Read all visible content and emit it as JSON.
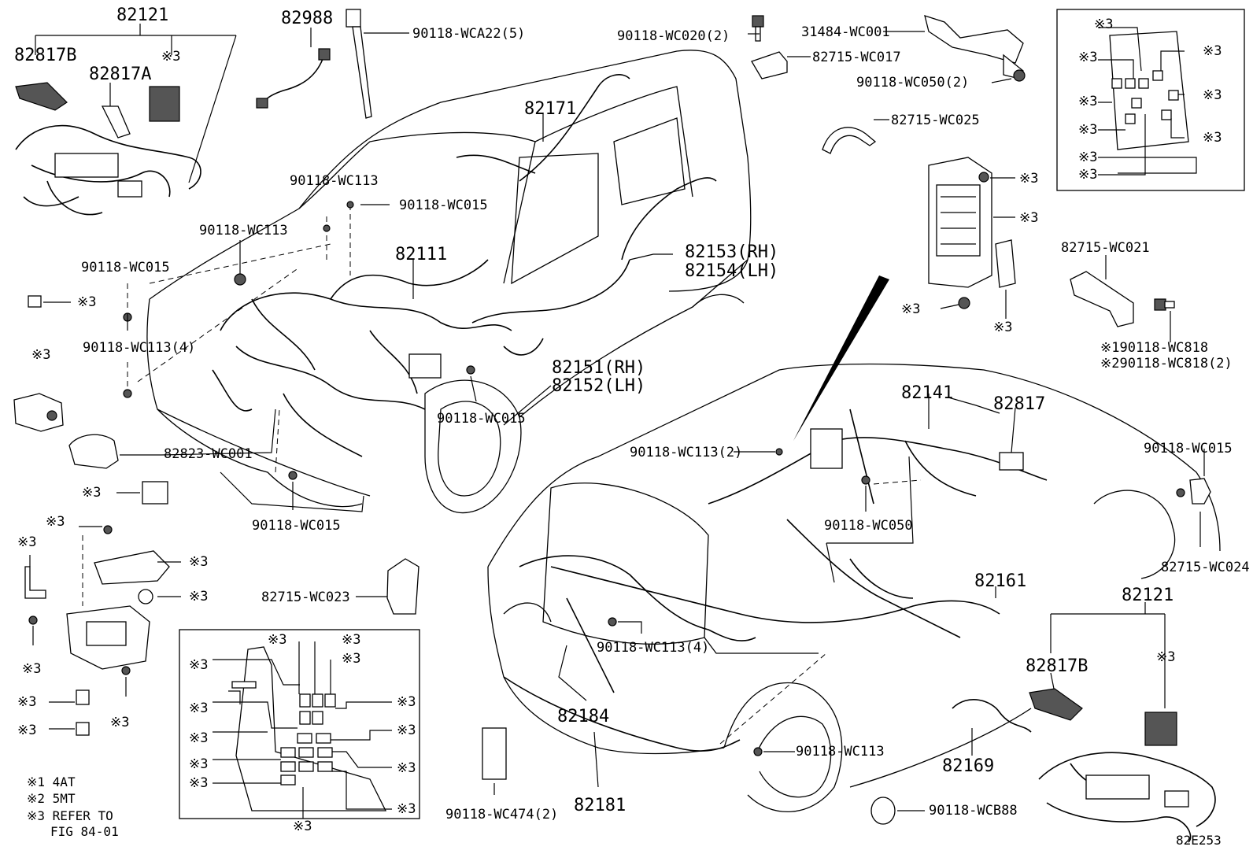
{
  "diagram_code": "82E253",
  "legend": {
    "note1": "※1 4AT",
    "note2": "※2 5MT",
    "note3_line1": "※3 REFER TO",
    "note3_line2": "FIG 84-01"
  },
  "labels": {
    "p82121_top": "82121",
    "p82817B_top": "82817B",
    "p82817A": "82817A",
    "ref3_top_assy": "※3",
    "p82988": "82988",
    "p90118_WCA22": "90118-WCA22(5)",
    "p90118_WC020": "90118-WC020(2)",
    "p31484_WC001": "31484-WC001",
    "p82715_WC017": "82715-WC017",
    "p90118_WC050_2": "90118-WC050(2)",
    "p82715_WC025": "82715-WC025",
    "p82171": "82171",
    "p90118_WC113_a": "90118-WC113",
    "p90118_WC015_a": "90118-WC015",
    "p90118_WC113_b": "90118-WC113",
    "p90118_WC015_b": "90118-WC015",
    "p82111": "82111",
    "p82153": "82153(RH)",
    "p82154": "82154(LH)",
    "p90118_WC113_4a": "90118-WC113(4)",
    "p82151": "82151(RH)",
    "p82152": "82152(LH)",
    "p90118_WC015_c": "90118-WC015",
    "p82823_WC001": "82823-WC001",
    "p90118_WC015_d": "90118-WC015",
    "p82715_WC023": "82715-WC023",
    "p82715_WC021": "82715-WC021",
    "p90118_WC818_1": "※190118-WC818",
    "p90118_WC818_2": "※290118-WC818(2)",
    "p82141": "82141",
    "p82817": "82817",
    "p90118_WC113_2": "90118-WC113(2)",
    "p90118_WC015_e": "90118-WC015",
    "p90118_WC050": "90118-WC050",
    "p82715_WC024": "82715-WC024",
    "p82161": "82161",
    "p82121_bottom": "82121",
    "p82817B_bottom": "82817B",
    "ref3_bottom_assy": "※3",
    "p90118_WC113_4b": "90118-WC113(4)",
    "p82184": "82184",
    "p90118_WC113_c": "90118-WC113",
    "p82169": "82169",
    "p82181": "82181",
    "p90118_WC474": "90118-WC474(2)",
    "p90118_WCB88": "90118-WCB88"
  },
  "ref_mark": "※3"
}
